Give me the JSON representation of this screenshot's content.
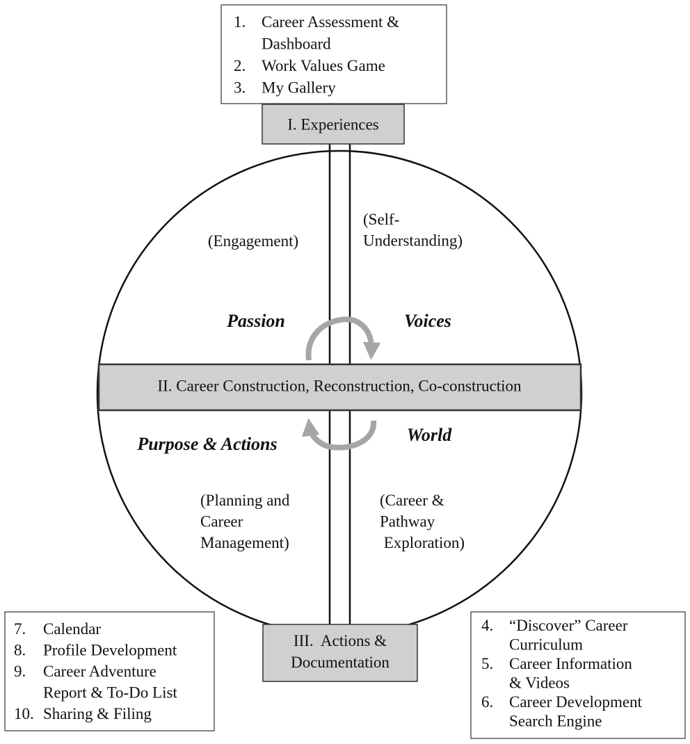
{
  "top_list": {
    "items": [
      {
        "num": "1.",
        "lines": [
          "Career Assessment &",
          "Dashboard"
        ]
      },
      {
        "num": "2.",
        "lines": [
          "Work Values Game"
        ]
      },
      {
        "num": "3.",
        "lines": [
          "My Gallery"
        ]
      }
    ]
  },
  "stage_top": "I. Experiences",
  "middle_band": "II. Career Construction, Reconstruction, Co-construction",
  "stage_bottom": [
    "III.  Actions &",
    "Documentation"
  ],
  "quadrants": {
    "top_left": {
      "title": "Passion",
      "desc": [
        "(Engagement)"
      ]
    },
    "top_right": {
      "title": "Voices",
      "desc": [
        "(Self-",
        "Understanding)"
      ]
    },
    "bottom_left": {
      "title": "Purpose & Actions",
      "desc": [
        "(Planning and",
        "Career",
        "Management)"
      ]
    },
    "bottom_right": {
      "title": "World",
      "desc": [
        "(Career &",
        "Pathway",
        " Exploration)"
      ]
    }
  },
  "left_list": {
    "items": [
      {
        "num": "7.",
        "lines": [
          "Calendar"
        ]
      },
      {
        "num": "8.",
        "lines": [
          "Profile Development"
        ]
      },
      {
        "num": "9.",
        "lines": [
          "Career Adventure",
          "Report & To-Do List"
        ]
      },
      {
        "num": "10.",
        "lines": [
          "Sharing & Filing"
        ]
      }
    ]
  },
  "right_list": {
    "items": [
      {
        "num": "4.",
        "lines": [
          "“Discover” Career",
          "Curriculum"
        ]
      },
      {
        "num": "5.",
        "lines": [
          "Career Information",
          "& Videos"
        ]
      },
      {
        "num": "6.",
        "lines": [
          "Career Development",
          "Search Engine"
        ]
      }
    ]
  },
  "colors": {
    "arrow": "#a6a6a6",
    "stage_fill": "#d0d0d0"
  }
}
